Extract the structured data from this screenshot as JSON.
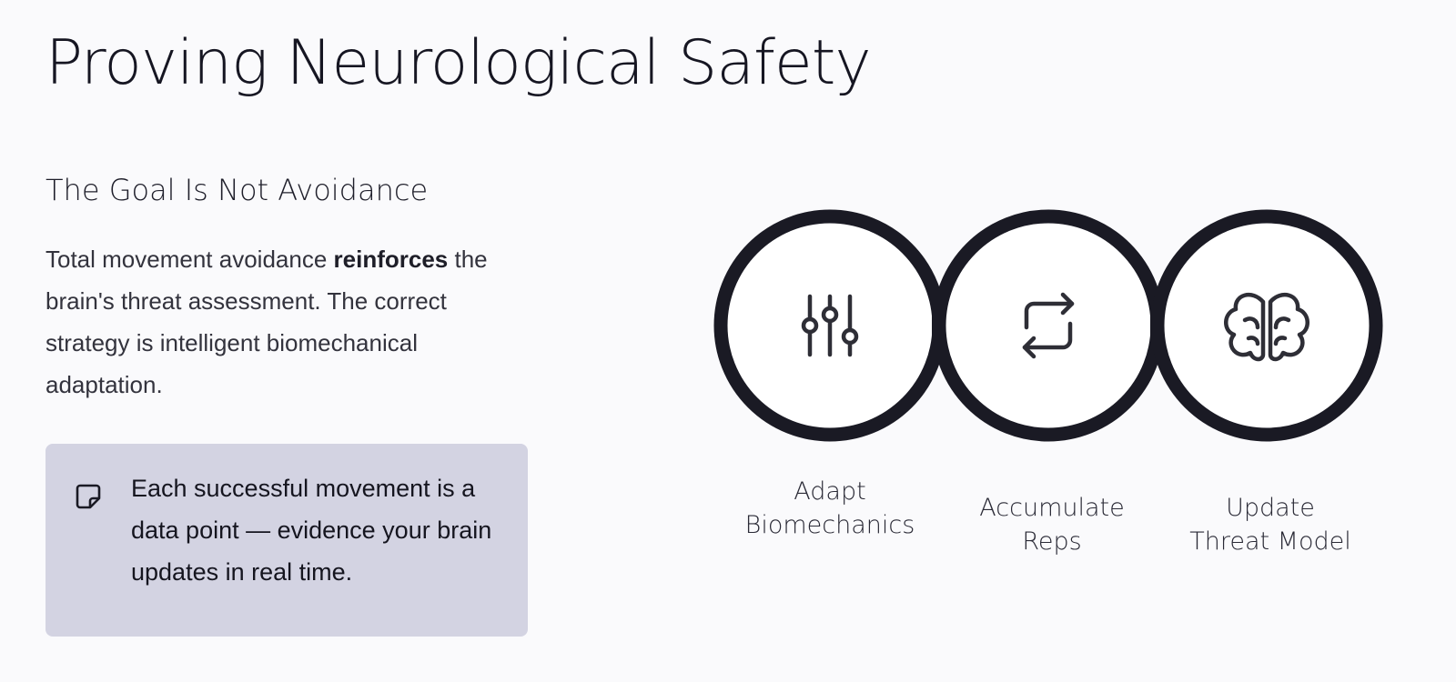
{
  "slide": {
    "title": "Proving Neurological Safety"
  },
  "left": {
    "heading": "The Goal Is Not Avoidance",
    "body_before": "Total movement avoidance ",
    "body_bold": "reinforces",
    "body_after": " the brain's threat assessment. The correct strategy is intelligent biomechanical adaptation."
  },
  "callout": {
    "icon": "sticky-note-icon",
    "text": "Each successful movement is a data point — evidence your brain updates in real time."
  },
  "cycle": {
    "steps": [
      {
        "icon": "sliders-icon",
        "line1": "Adapt",
        "line2": "Biomechanics"
      },
      {
        "icon": "repeat-icon",
        "line1": "Accumulate",
        "line2": "Reps"
      },
      {
        "icon": "brain-icon",
        "line1": "Update",
        "line2": "Threat Model"
      }
    ],
    "colors": {
      "ring": "#1a1a24",
      "fill": "#ffffff",
      "icon": "#2e2e36"
    }
  }
}
